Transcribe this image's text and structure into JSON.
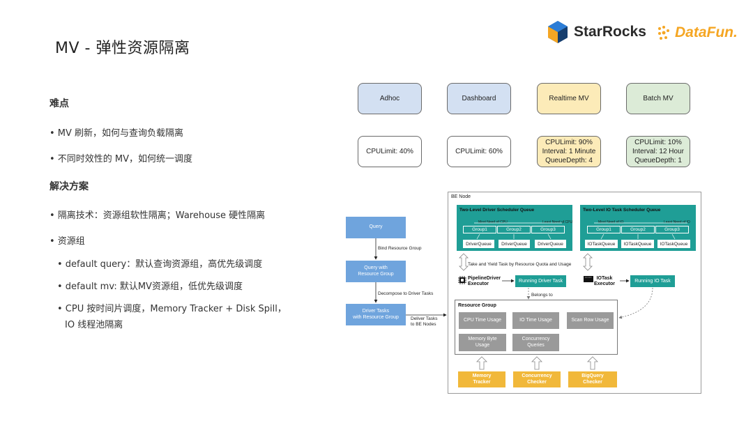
{
  "title": "MV - 弹性资源隔离",
  "logos": {
    "starrocks": "StarRocks",
    "datafun": "DataFun."
  },
  "left": {
    "difficulty_heading": "难点",
    "difficulty_items": [
      "• MV 刷新，如何与查询负载隔离",
      "• 不同时效性的 MV，如何统一调度"
    ],
    "solution_heading": "解决方案",
    "solution_items": [
      "• 隔离技术：资源组软性隔离；Warehouse 硬性隔离",
      "• 资源组",
      "• default query：默认查询资源组，高优先级调度",
      "• default mv: 默认MV资源组，低优先级调度",
      "• CPU 按时间片调度，Memory Tracker + Disk Spill，",
      "IO 线程池隔离"
    ]
  },
  "workloads": [
    "Adhoc",
    "Dashboard",
    "Realtime MV",
    "Batch MV"
  ],
  "limits": [
    [
      "CPULimit: 40%"
    ],
    [
      "CPULimit: 60%"
    ],
    [
      "CPULimit: 90%",
      "Interval: 1 Minute",
      "QueueDepth: 4"
    ],
    [
      "CPULimit: 10%",
      "Interval: 12 Hour",
      "QueueDepth: 1"
    ]
  ],
  "flow": {
    "query": "Query",
    "bind": "Bind Resource Group",
    "query_rg": [
      "Query with",
      "Resource Group"
    ],
    "decompose": "Decompose to Driver Tasks",
    "driver_tasks": [
      "Driver Tasks",
      "with Resource Group"
    ],
    "deliver": [
      "Deliver Tasks",
      "to BE Nodes"
    ]
  },
  "be": {
    "label": "BE Node",
    "driver_queue_title": "Two-Level Driver Scheduler Queue",
    "driver_most": "Most Need of CPU",
    "driver_least": "Least Need of CPU",
    "io_queue_title": "Two-Level IO Task Scheduler Queue",
    "io_most": "Most Need of IO",
    "io_least": "Least Need of IO",
    "groups": [
      "Group1",
      "Group2",
      "Group3"
    ],
    "driver_queues": [
      "DriverQueue",
      "DriverQueue",
      "DriverQueue"
    ],
    "io_queues": [
      "IOTaskQueue",
      "IOTaskQueue",
      "IOTaskQueue"
    ],
    "take_yield": "Take and Yield Task by Resource Quota and Usage",
    "pipeline_exec": [
      "PipelineDriver",
      "Executor"
    ],
    "running_driver": "Running Driver Task",
    "io_exec": [
      "IOTask",
      "Executor"
    ],
    "running_io": "Running IO Task",
    "belongs": "Belongs to",
    "rg_title": "Resource Group",
    "usages": [
      "CPU Time Usage",
      "IO Time Usage",
      "Scan Row Usage"
    ],
    "usages2": [
      [
        "Memory Byte",
        "Usage"
      ],
      [
        "Concurrency",
        "Queries"
      ]
    ],
    "checkers": [
      [
        "Memory",
        "Tracker"
      ],
      [
        "Concurrency",
        "Checker"
      ],
      [
        "BigQuery",
        "Checker"
      ]
    ]
  },
  "colors": {
    "flow_blue": "#6fa4dd",
    "teal": "#1f9e96",
    "checker": "#f1b83a",
    "grey": "#9a9a9a",
    "light_blue": "#d3e0f2",
    "light_yellow": "#fcebb8",
    "light_green": "#dcebd7"
  }
}
